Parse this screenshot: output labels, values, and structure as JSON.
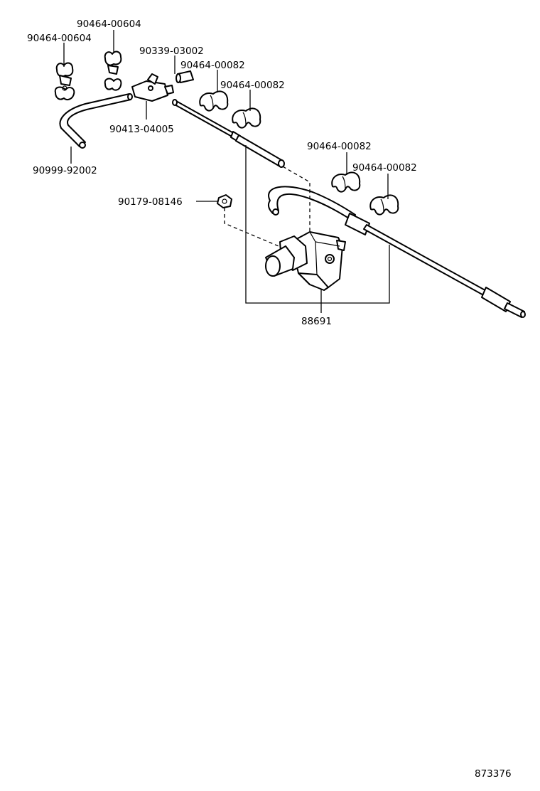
{
  "parts": {
    "clamp_6_left": "90464-00604",
    "clamp_6_right": "90464-00604",
    "hose_end": "90339-03002",
    "clamp_82_a": "90464-00082",
    "clamp_82_b": "90464-00082",
    "clamp_82_c": "90464-00082",
    "clamp_82_d": "90464-00082",
    "tee_joint": "90413-04005",
    "hose_bent": "90999-92002",
    "nut": "90179-08146",
    "valve_assembly": "88691"
  },
  "figure_number": "873376"
}
